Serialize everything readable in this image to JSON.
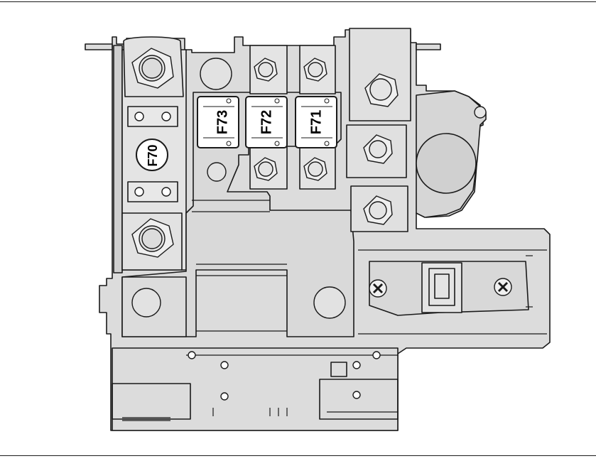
{
  "fuses": {
    "f70": "F70",
    "f71": "F71",
    "f72": "F72",
    "f73": "F73"
  },
  "colors": {
    "body_fill": "#dcdcdc",
    "outline": "#1a1a1a",
    "fuse_fill": "#ffffff"
  }
}
